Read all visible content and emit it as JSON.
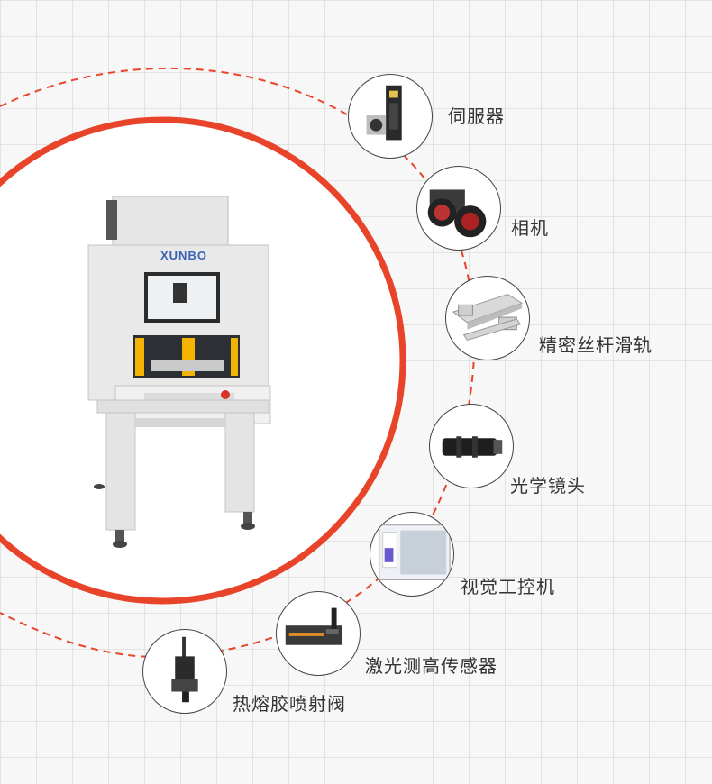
{
  "machine": {
    "brand_logo": "XUNBO"
  },
  "components": [
    {
      "label": "伺服器",
      "icon": "servo-drive-icon"
    },
    {
      "label": "相机",
      "icon": "camera-icon"
    },
    {
      "label": "精密丝杆滑轨",
      "icon": "linear-guide-rail-icon"
    },
    {
      "label": "光学镜头",
      "icon": "optical-lens-icon"
    },
    {
      "label": "视觉工控机",
      "icon": "industrial-pc-icon"
    },
    {
      "label": "激光测高传感器",
      "icon": "laser-height-sensor-icon"
    },
    {
      "label": "热熔胶喷射阀",
      "icon": "hot-melt-jet-valve-icon"
    }
  ],
  "colors": {
    "accent_ring": "#e8442a",
    "dashed_orbit": "#e8442a"
  }
}
